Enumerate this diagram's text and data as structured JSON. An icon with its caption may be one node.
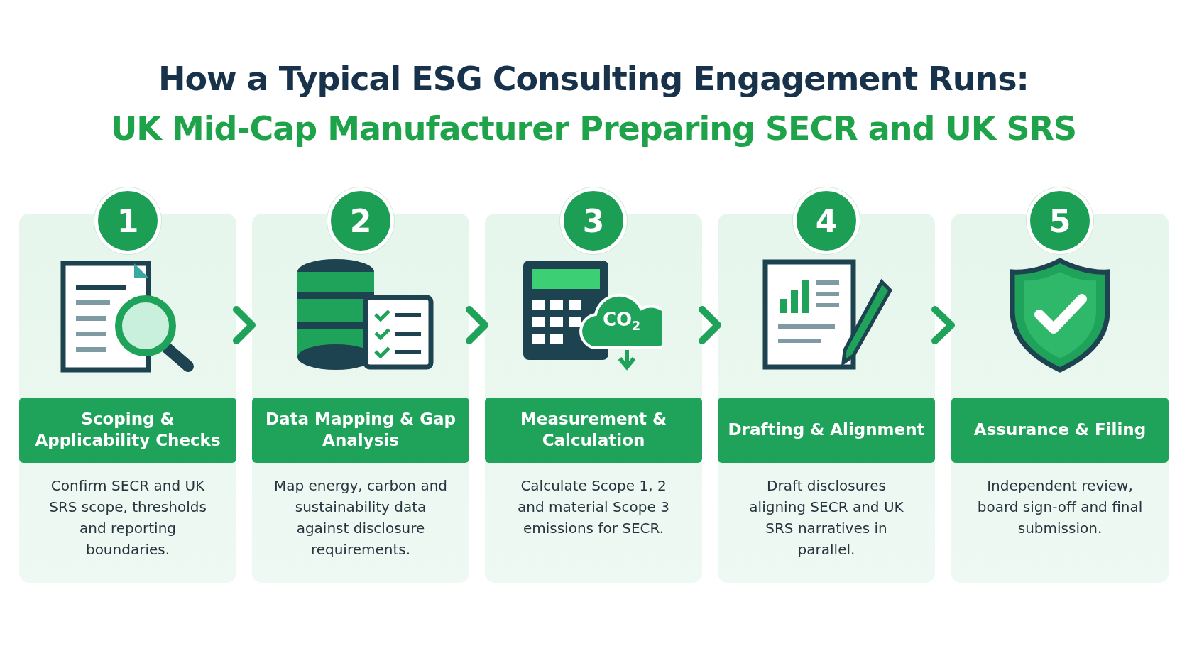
{
  "diagram": {
    "title": "How a Typical ESG Consulting Engagement Runs:",
    "nodes": [
      {
        "text": [
          "1"
        ]
      },
      {
        "text": [
          "Confirm SECR and UK SRS scope, thresholds and reporting boundaries."
        ]
      },
      {
        "text": [
          "Scoping & Applicability Checks"
        ],
        "in": 1
      },
      {
        "text": [
          "2"
        ]
      },
      {
        "text": [
          "Map energy, carbon and sustainability data against disclosure requirements."
        ]
      },
      {
        "text": [
          "Data Mapping & Gap Analysis"
        ],
        "in": 4
      },
      {
        "text": [
          "3"
        ]
      },
      {
        "text": [
          "Calculate Scope 1, 2 and material Scope 3 emissions for SECR."
        ]
      },
      {
        "text": [
          "Measurement & Calculation"
        ],
        "in": 7
      },
      {
        "text": [
          "4"
        ]
      },
      {
        "text": [
          "Draft disclosures aligning SECR and UK SRS narratives in parallel."
        ]
      },
      {
        "text": [
          "Drafting & Alignment"
        ],
        "in": 10
      },
      {
        "text": [
          "5"
        ]
      },
      {
        "text": [
          "Independent review, board sign-off and final submission."
        ]
      },
      {
        "text": [
          "Assurance & Filing"
        ],
        "in": 13
      }
    ],
    "edges": [
      {
        "from": 1,
        "to": 4,
        "arrow": "to"
      },
      {
        "from": 4,
        "to": 7,
        "arrow": "to"
      },
      {
        "from": 7,
        "to": 10,
        "arrow": "to"
      },
      {
        "from": 10,
        "to": 13,
        "arrow": "to"
      }
    ],
    "labels": [
      "UK Mid-Cap Manufacturer Preparing SECR and UK SRS",
      "CO$_{2}$"
    ]
  }
}
